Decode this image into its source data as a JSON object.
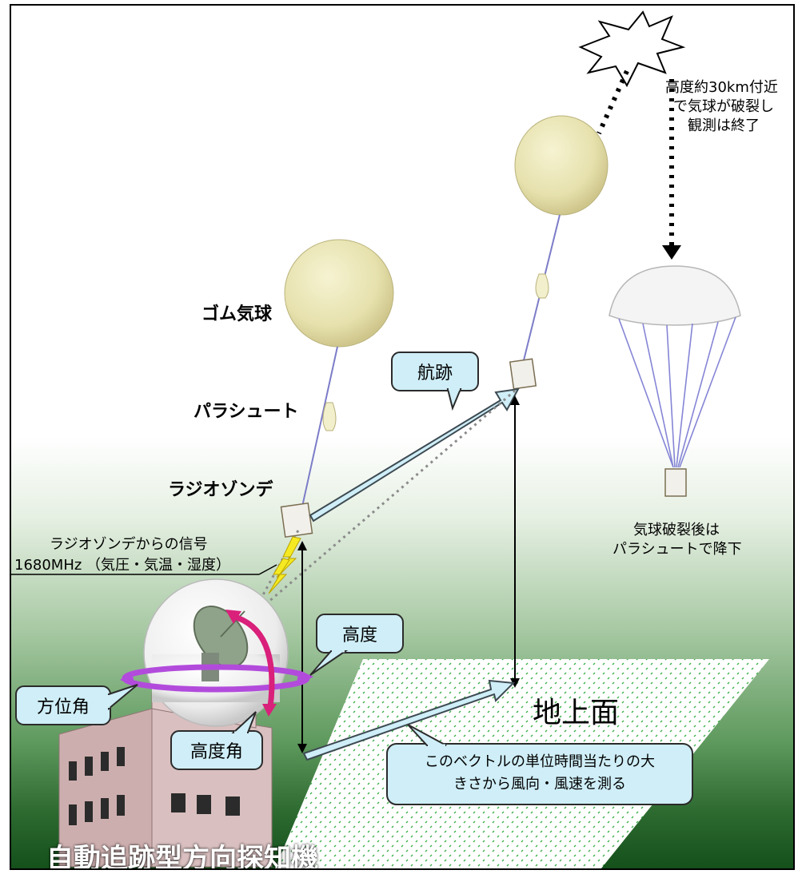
{
  "labels": {
    "rubber_balloon": "ゴム気球",
    "parachute": "パラシュート",
    "radiosonde": "ラジオゾンデ",
    "signal_line1": "ラジオゾンデからの信号",
    "signal_line2": "1680MHz （気圧・気温・湿度）",
    "burst_line1": "高度約30km付近",
    "burst_line2": "で気球が破裂し",
    "burst_line3": "観測は終了",
    "descent_line1": "気球破裂後は",
    "descent_line2": "パラシュートで降下",
    "ground_surface": "地上面",
    "building_caption": "自動追跡型方向探知機"
  },
  "callouts": {
    "track": "航跡",
    "altitude": "高度",
    "azimuth": "方位角",
    "elevation": "高度角",
    "vector_line1": "このベクトルの単位時間当たりの大",
    "vector_line2": "きさから風向・風速を測る"
  },
  "colors": {
    "balloon": "#eae6b4",
    "callout_fill": "#cfeef7",
    "arrow_fill": "#cfeef7",
    "azimuth_arrow": "#b24bdc",
    "elevation_arrow": "#d9207a",
    "signal": "#f5ea22",
    "ground_dots": "#3cb04a"
  }
}
